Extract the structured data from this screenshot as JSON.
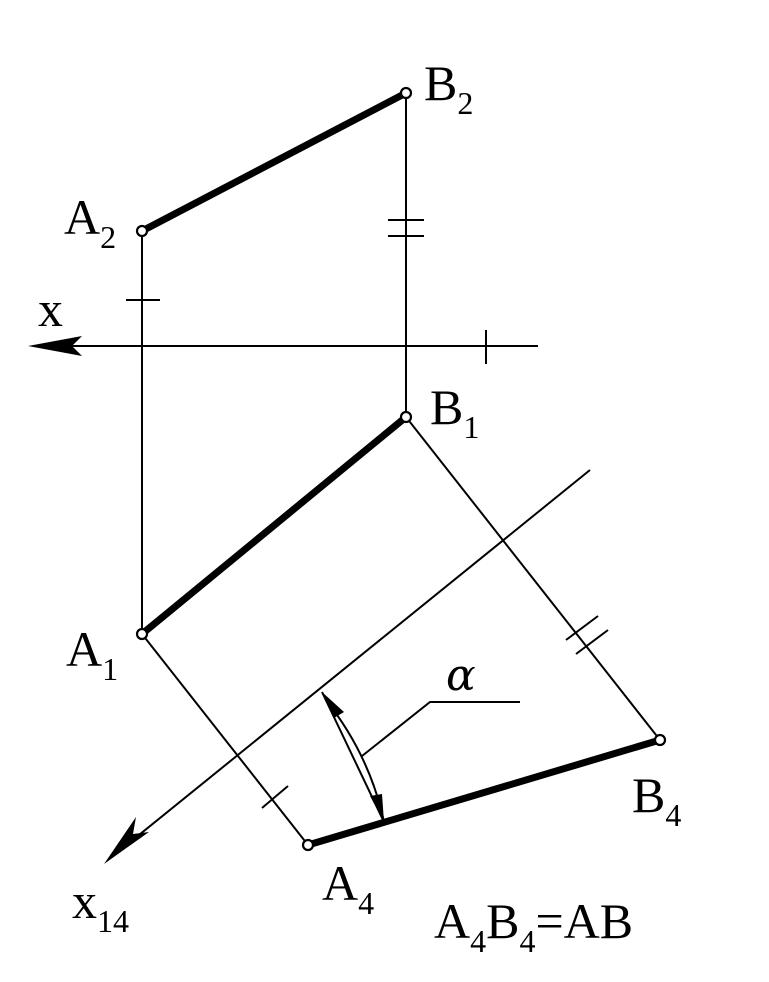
{
  "points": {
    "A2": {
      "letter": "A",
      "sub": "2"
    },
    "B2": {
      "letter": "B",
      "sub": "2"
    },
    "A1": {
      "letter": "A",
      "sub": "1"
    },
    "B1": {
      "letter": "B",
      "sub": "1"
    },
    "A4": {
      "letter": "A",
      "sub": "4"
    },
    "B4": {
      "letter": "B",
      "sub": "4"
    }
  },
  "axes": {
    "x": {
      "letter": "x",
      "sub": ""
    },
    "x14": {
      "letter": "x",
      "sub": "14"
    }
  },
  "angle_label": "α",
  "equation": {
    "a": "A",
    "a_sub": "4",
    "b": "B",
    "b_sub": "4",
    "rhs": "=AB"
  }
}
